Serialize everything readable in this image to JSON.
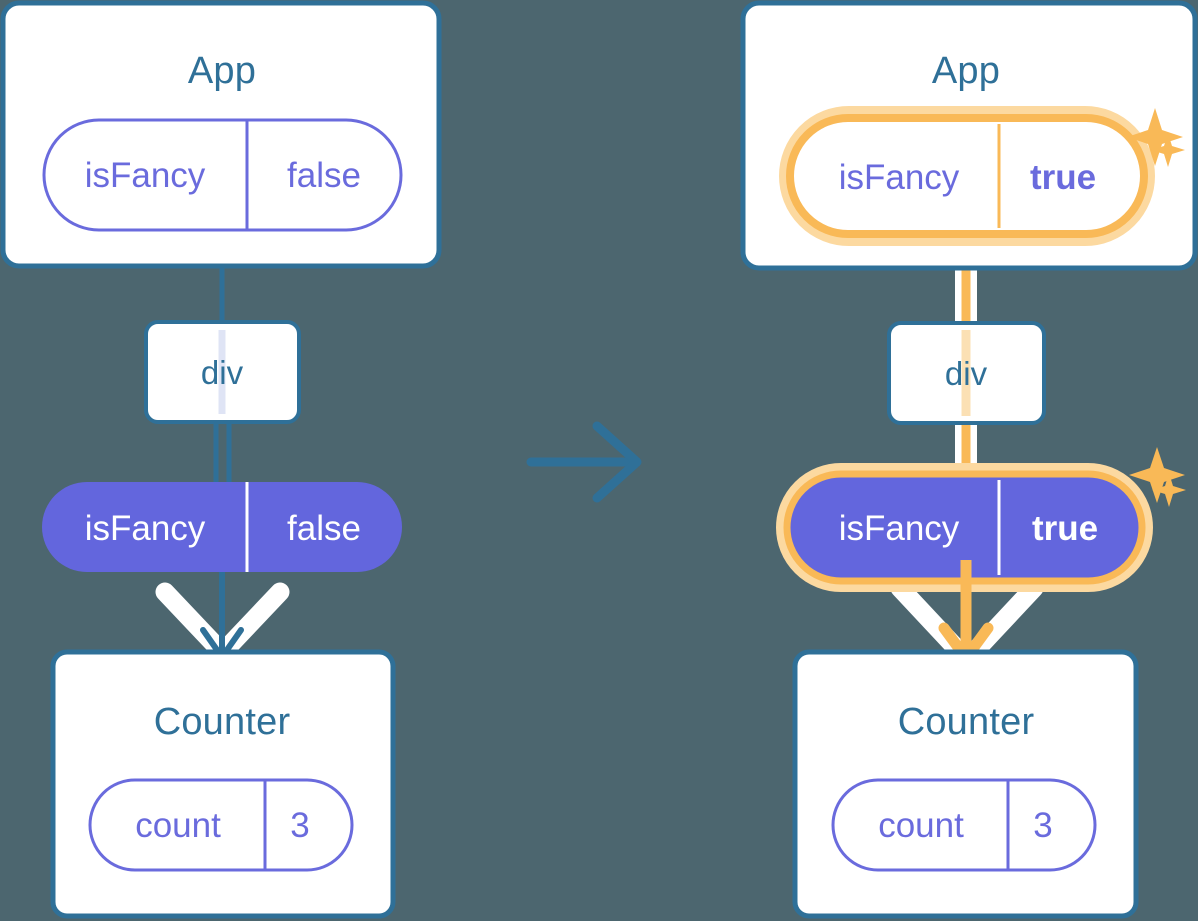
{
  "diagram": {
    "title": "React state update propagation diagram",
    "background_color": "#4c666f",
    "colors": {
      "box_border": "#2f7098",
      "box_fill": "#ffffff",
      "title_text": "#2f7098",
      "pill_outline": "#6a6bdd",
      "pill_fill": "#6366dd",
      "pill_text_light": "#ffffff",
      "highlight_orange": "#f9b957",
      "highlight_orange_glow": "#fcd9a0",
      "arrow_blue": "#2f7098",
      "arrow_white": "#ffffff",
      "line_faint": "#dfe4f5"
    },
    "transition_arrow": {
      "icon": "arrow-right-icon",
      "color": "#2f7098"
    },
    "panels": [
      {
        "id": "before",
        "state": "before-update",
        "app": {
          "title": "App",
          "pill": {
            "key": "isFancy",
            "value": "false",
            "style": "outline",
            "highlighted": false,
            "value_bold": false
          }
        },
        "div": {
          "title": "div"
        },
        "props_pill": {
          "key": "isFancy",
          "value": "false",
          "style": "solid",
          "highlighted": false,
          "value_bold": false
        },
        "counter": {
          "title": "Counter",
          "pill": {
            "key": "count",
            "value": "3",
            "style": "outline",
            "highlighted": false,
            "value_bold": false
          }
        },
        "sparkles": false
      },
      {
        "id": "after",
        "state": "after-update",
        "app": {
          "title": "App",
          "pill": {
            "key": "isFancy",
            "value": "true",
            "style": "outline",
            "highlighted": true,
            "value_bold": true
          }
        },
        "div": {
          "title": "div"
        },
        "props_pill": {
          "key": "isFancy",
          "value": "true",
          "style": "solid",
          "highlighted": true,
          "value_bold": true
        },
        "counter": {
          "title": "Counter",
          "pill": {
            "key": "count",
            "value": "3",
            "style": "outline",
            "highlighted": false,
            "value_bold": false
          }
        },
        "sparkles": true
      }
    ]
  }
}
